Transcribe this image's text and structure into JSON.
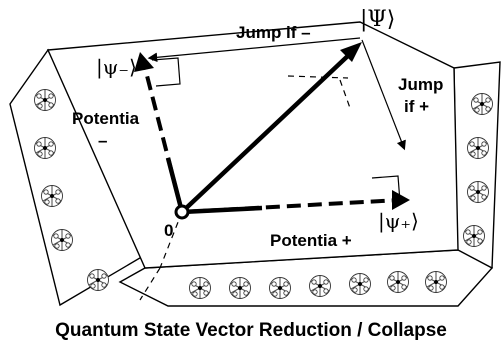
{
  "diagram": {
    "state_psi": "|Ψ⟩",
    "state_minus": "|ψ₋⟩",
    "state_plus": "|ψ₊⟩",
    "jump_minus": "Jump if –",
    "jump_plus_line1": "Jump",
    "jump_plus_line2": "if +",
    "potentia_minus_line1": "Potentia",
    "potentia_minus_line2": "–",
    "potentia_plus": "Potentia +",
    "origin": "0",
    "caption": "Quantum State Vector Reduction / Collapse"
  }
}
